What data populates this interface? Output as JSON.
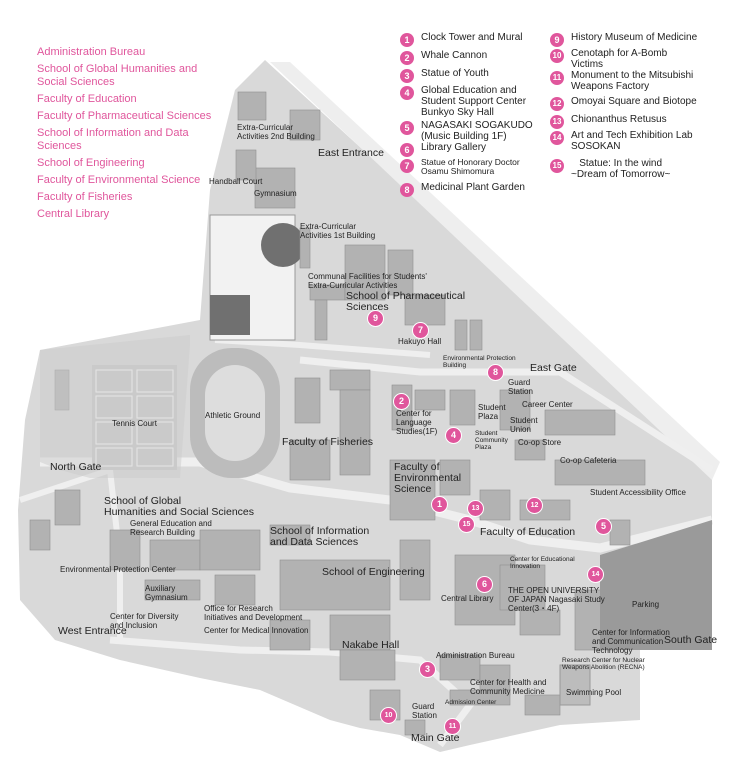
{
  "faculties": [
    "Administration Bureau",
    "School of Global Humanities and Social Sciences",
    "Faculty of Education",
    "Faculty of Pharmaceutical Sciences",
    "School of Information and Data Sciences",
    "School of Engineering",
    "Faculty of Environmental Science",
    "Faculty of Fisheries",
    "Central Library"
  ],
  "landmarks": [
    {
      "num": "1",
      "text": "Clock Tower and Mural"
    },
    {
      "num": "2",
      "text": "Whale Cannon"
    },
    {
      "num": "3",
      "text": "Statue of Youth"
    },
    {
      "num": "4",
      "text": "Global Education and\nStudent Support Center\nBunkyo Sky Hall"
    },
    {
      "num": "5",
      "text": "NAGASAKI SOGAKUDO\n(Music Building 1F)"
    },
    {
      "num": "6",
      "text": "Library Gallery"
    },
    {
      "num": "7",
      "text": "Statue of Honorary Doctor\nOsamu Shimomura"
    },
    {
      "num": "8",
      "text": "Medicinal Plant Garden"
    },
    {
      "num": "9",
      "text": "History Museum of Medicine"
    },
    {
      "num": "10",
      "text": "Cenotaph for A-Bomb\nVictims"
    },
    {
      "num": "11",
      "text": "Monument to the Mitsubishi\nWeapons Factory"
    },
    {
      "num": "12",
      "text": "Omoyai Square and Biotope"
    },
    {
      "num": "13",
      "text": "Chionanthus Retusus"
    },
    {
      "num": "14",
      "text": "Art and Tech Exhibition Lab\nSOSOKAN"
    },
    {
      "num": "15",
      "text": "Statue: In the wind\n~Dream of Tomorrow~"
    }
  ],
  "map_labels": {
    "extra2": "Extra-Curricular\nActivities 2nd Building",
    "east_entrance": "East Entrance",
    "handball": "Handball Court",
    "gymnasium": "Gymnasium",
    "extra1": "Extra-Curricular\nActivities 1st Building",
    "communal": "Communal Facilities for Students'\nExtra-Curricular Activities",
    "pharma": "School of Pharmaceutical\nSciences",
    "hakuyo": "Hakuyo Hall",
    "env_protection_bldg": "Environmental Protection\nBuilding",
    "east_gate": "East Gate",
    "guard_station_east": "Guard\nStation",
    "career_center": "Career Center",
    "athletic_ground": "Athletic Ground",
    "tennis": "Tennis Court",
    "fisheries": "Faculty of Fisheries",
    "language": "Center for\nLanguage\nStudies(1F)",
    "student_plaza": "Student\nPlaza",
    "student_union": "Student\nUnion",
    "community_plaza": "Student\nCommunity\nPlaza",
    "coop_store": "Co-op Store",
    "coop_cafeteria": "Co-op Cafeteria",
    "north_gate": "North Gate",
    "env_science": "Faculty of\nEnvironmental\nScience",
    "accessibility": "Student Accessibility Office",
    "global_hum": "School of Global\nHumanities and Social Sciences",
    "gen_edu": "General Education and\nResearch Building",
    "info_data": "School of Information\nand Data Sciences",
    "education": "Faculty of Education",
    "engineering": "School of Engineering",
    "edu_innovation": "Center for Educational\nInnovation",
    "open_univ": "THE OPEN UNIVERSITY\nOF JAPAN Nagasaki Study\nCenter(3・4F)",
    "env_protection_center": "Environmental Protection Center",
    "aux_gym": "Auxiliary\nGymnasium",
    "central_library": "Central Library",
    "parking": "Parking",
    "diversity": "Center for Diversity\nand Inclusion",
    "research_office": "Office for Research\nInitiatives and Development",
    "west_entrance": "West Entrance",
    "medical_innovation": "Center for Medical Innovation",
    "info_comm": "Center for Information\nand Communication\nTechnology",
    "south_gate": "South Gate",
    "nakabe": "Nakabe Hall",
    "admin_bureau": "Administration Bureau",
    "recna": "Research Center for Nuclear\nWeapons Abolition (RECNA)",
    "health": "Center for Health and\nCommunity Medicine",
    "swimming": "Swimming Pool",
    "admission": "Admission Center",
    "guard_station_main": "Guard\nStation",
    "main_gate": "Main Gate"
  },
  "colors": {
    "accent": "#e0569c",
    "campus": "#d9d9d9",
    "building": "#b5b5b5",
    "road": "#eeeeee"
  }
}
